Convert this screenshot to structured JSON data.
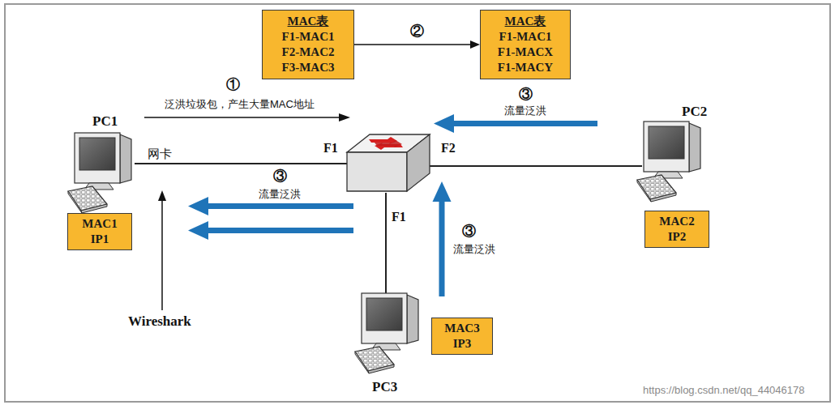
{
  "diagram": {
    "nodes": [
      {
        "text": [
          "MAC表",
          "F1-MAC1",
          "F2-MAC2",
          "F3-MAC3"
        ]
      },
      {
        "text": [
          "MAC表",
          "F1-MAC1",
          "F1-MACX",
          "F1-MACY"
        ]
      },
      {
        "text": [
          "MAC1",
          "IP1"
        ]
      },
      {
        "text": [
          "MAC2",
          "IP2"
        ]
      },
      {
        "text": [
          "MAC3",
          "IP3"
        ]
      }
    ],
    "edges": [
      {
        "from": 0,
        "to": 1,
        "arrow": "to",
        "label": "②"
      }
    ],
    "labels": [
      "①",
      "泛洪垃圾包，产生大量MAC地址",
      "③",
      "流量泛洪",
      "PC1",
      "网卡",
      "F1",
      "F2",
      "PC2",
      "③",
      "流量泛洪",
      "F1",
      "③",
      "流量泛洪",
      "PC3",
      "Wireshark",
      "https://blog.csdn.net/qq_44046178"
    ]
  }
}
